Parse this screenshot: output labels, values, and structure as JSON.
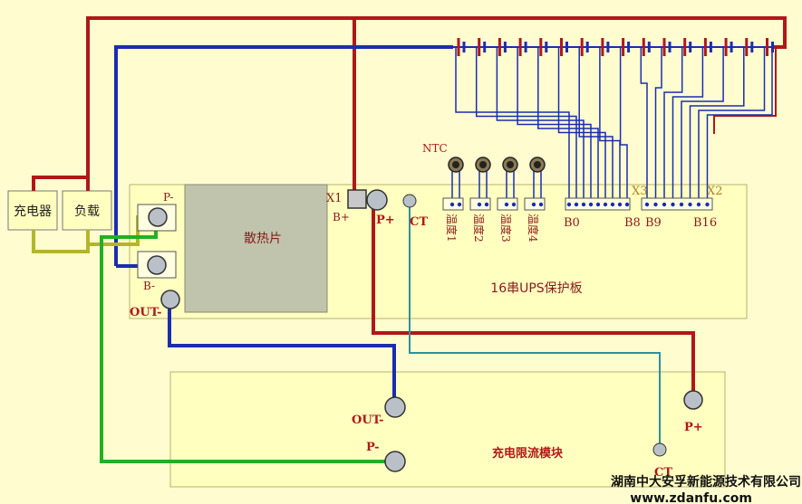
{
  "colors": {
    "background": "#fffdd0",
    "board": "#ffffc0",
    "red_wire": "#b01818",
    "blue_wire": "#1a2db0",
    "yellow_wire": "#b5b52a",
    "green_wire": "#22b022",
    "teal_wire": "#2f8f9f",
    "heatsink": "#c0c4ac",
    "label_red": "#b01818",
    "label_gold": "#b08020"
  },
  "labels": {
    "charger": "充电器",
    "load": "负载",
    "heatsink": "散热片",
    "board_title": "16串UPS保护板",
    "p_minus": "P-",
    "b_minus": "B-",
    "out_minus": "OUT-",
    "x1": "X1",
    "b_plus": "B+",
    "p_plus": "P+",
    "ct": "CT",
    "ntc": "NTC",
    "temps": [
      "温度1",
      "温度2",
      "温度3",
      "温度4"
    ],
    "x3": "X3",
    "x2": "X2",
    "b0": "B0",
    "b8": "B8",
    "b9": "B9",
    "b16": "B16",
    "module_title": "充电限流模块",
    "module_out_minus": "OUT-",
    "module_p_minus": "P-",
    "module_p_plus": "P+",
    "module_ct": "CT"
  },
  "watermark": {
    "company": "湖南中大安孚新能源技术有限公司",
    "url": "www.zdanfu.com"
  }
}
